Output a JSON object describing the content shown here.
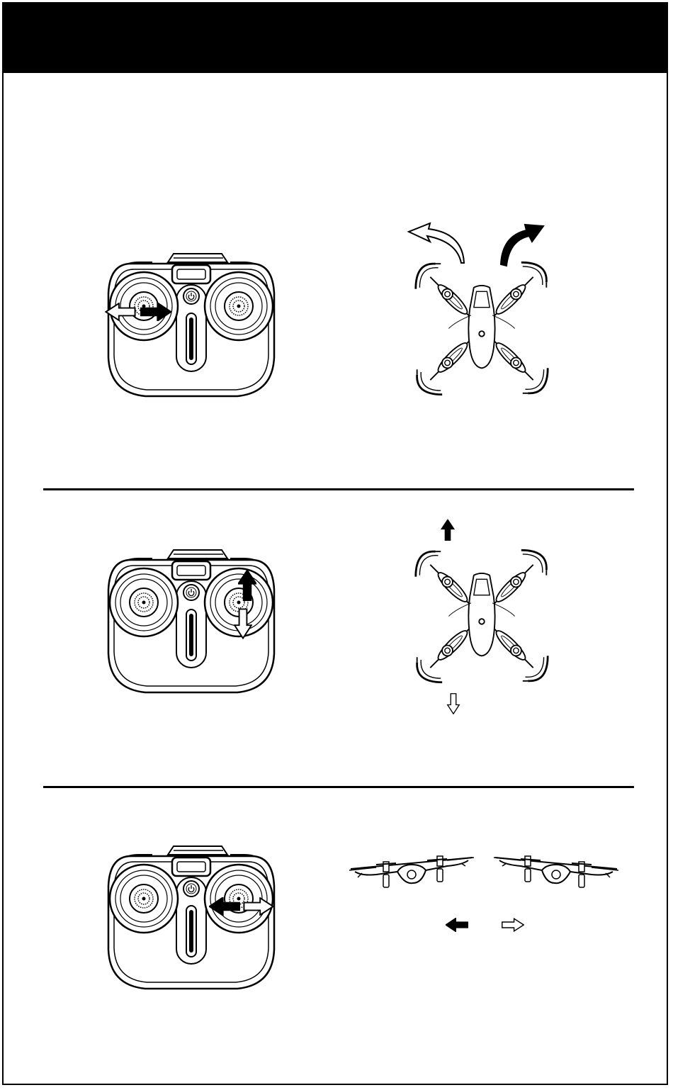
{
  "colors": {
    "ink": "#000000",
    "paper": "#ffffff",
    "header": "#000000"
  },
  "sections": [
    {
      "controller_stick": "left",
      "stick_motion": "left-right",
      "drone_view": "top",
      "drone_motion": "rotate-left-right"
    },
    {
      "controller_stick": "right",
      "stick_motion": "up-down",
      "drone_view": "top",
      "drone_motion": "forward-backward"
    },
    {
      "controller_stick": "right",
      "stick_motion": "left-right",
      "drone_view": "side",
      "drone_motion": "tilt-left-right"
    }
  ],
  "icons": [
    "power-icon",
    "arrow-left-icon",
    "arrow-right-icon",
    "arrow-up-icon",
    "arrow-down-icon",
    "curved-arrow-left-icon",
    "curved-arrow-right-icon"
  ]
}
